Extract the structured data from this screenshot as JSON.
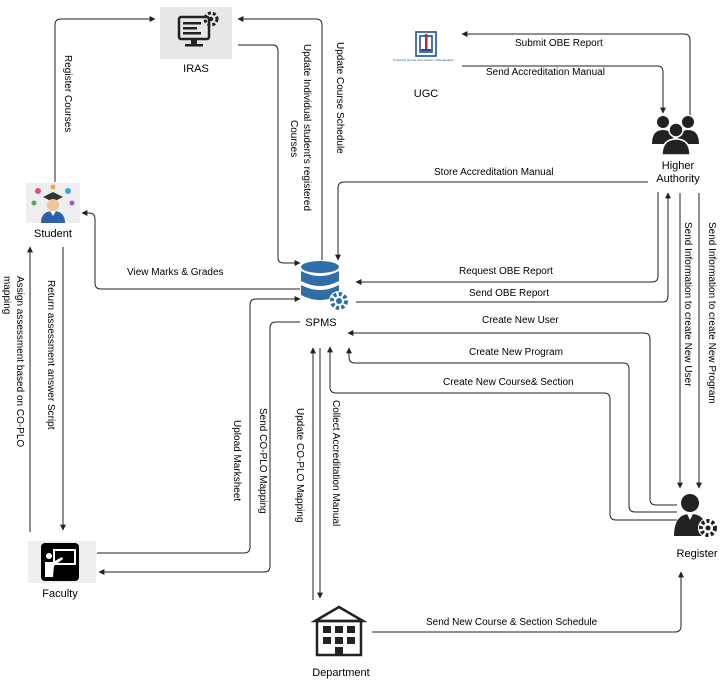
{
  "nodes": {
    "iras": "IRAS",
    "ugc": "UGC",
    "ugc_logo_text": "University Grants Commission of Bangladesh",
    "higher_authority": "Higher\nAuthority",
    "student": "Student",
    "spms": "SPMS",
    "faculty": "Faculty",
    "department": "Department",
    "register": "Register"
  },
  "edges": {
    "register_courses": "Register Courses",
    "update_course_schedule": "Update Course Schedule",
    "update_individual_line1": "Update Individual student's registered",
    "update_individual_line2": "Courses",
    "submit_obe_report": "Submit OBE Report",
    "send_accreditation_manual": "Send Accreditation Manual",
    "store_accreditation_manual": "Store Accreditation Manual",
    "view_marks_grades": "View Marks & Grades",
    "request_obe_report": "Request OBE Report",
    "send_obe_report": "Send OBE Report",
    "create_new_user": "Create New User",
    "create_new_program": "Create New Program",
    "create_new_course_section": "Create New Course& Section",
    "send_info_create_user": "Send Information to create New User",
    "send_info_create_program": "Send Information to create New Program",
    "assign_assessment_line1": "Assign assessment based on CO-PLO",
    "assign_assessment_line2": "mapping",
    "return_assessment": "Return assessment answer Script",
    "upload_marksheet": "Upload Marksheet",
    "send_co_plo_mapping": "Send CO-PLO Mapping",
    "update_co_plo_mapping": "Update  CO-PLO Mapping",
    "collect_accreditation_manual": "Collect Accreditation Manual",
    "send_new_course_section_schedule": "Send New Course & Section Schedule"
  },
  "colors": {
    "line": "#222222",
    "spms_blue": "#2f6ea8",
    "ugc_blue": "#1b4f9c",
    "ugc_red": "#c0272d",
    "iras_bg": "#e7e7e7",
    "icon_dark": "#222222"
  }
}
